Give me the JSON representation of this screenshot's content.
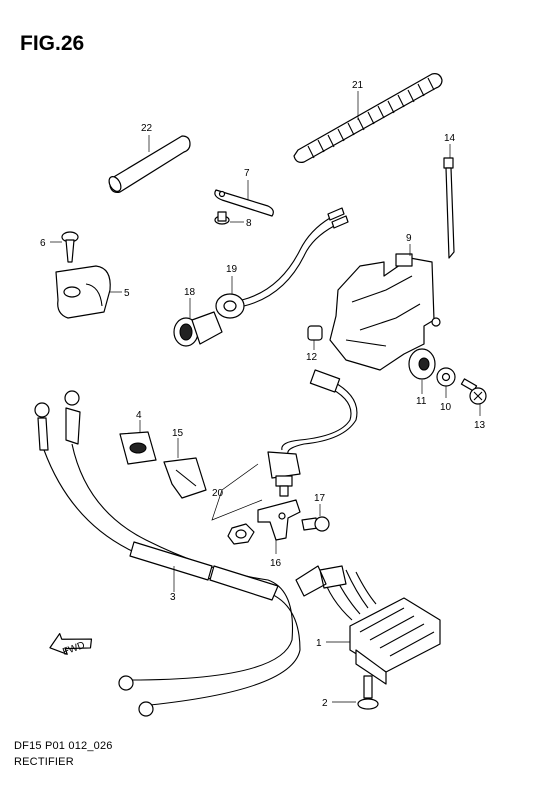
{
  "figure": {
    "title": "FIG.26",
    "code": "DF15 P01 012_026",
    "name": "RECTIFIER",
    "fwd_label": "FWD"
  },
  "callouts": {
    "p1": "1",
    "p2": "2",
    "p3": "3",
    "p4": "4",
    "p5": "5",
    "p6": "6",
    "p7": "7",
    "p8": "8",
    "p9": "9",
    "p10": "10",
    "p11": "11",
    "p12": "12",
    "p13": "13",
    "p14": "14",
    "p15": "15",
    "p16": "16",
    "p17": "17",
    "p18": "18",
    "p19": "19",
    "p20": "20",
    "p21": "21",
    "p22": "22"
  }
}
